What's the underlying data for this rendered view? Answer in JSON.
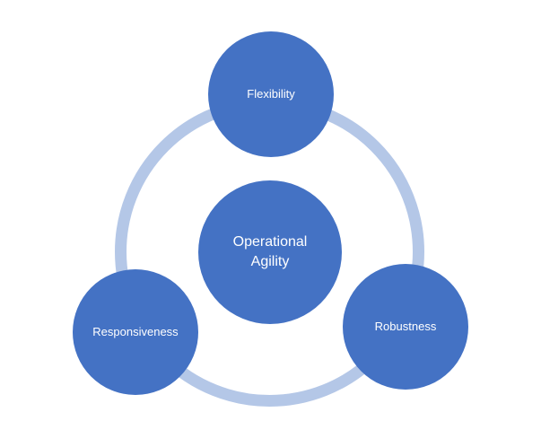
{
  "diagram": {
    "type": "radial-cycle",
    "center": {
      "label": "Operational Agility"
    },
    "satellites": [
      {
        "label": "Flexibility",
        "position": "top"
      },
      {
        "label": "Responsiveness",
        "position": "bottom-left"
      },
      {
        "label": "Robustness",
        "position": "bottom-right"
      }
    ],
    "colors": {
      "node_fill": "#4472C4",
      "ring": "#B4C7E7",
      "label_text": "#FFFFFF",
      "background": "#FFFFFF"
    }
  }
}
